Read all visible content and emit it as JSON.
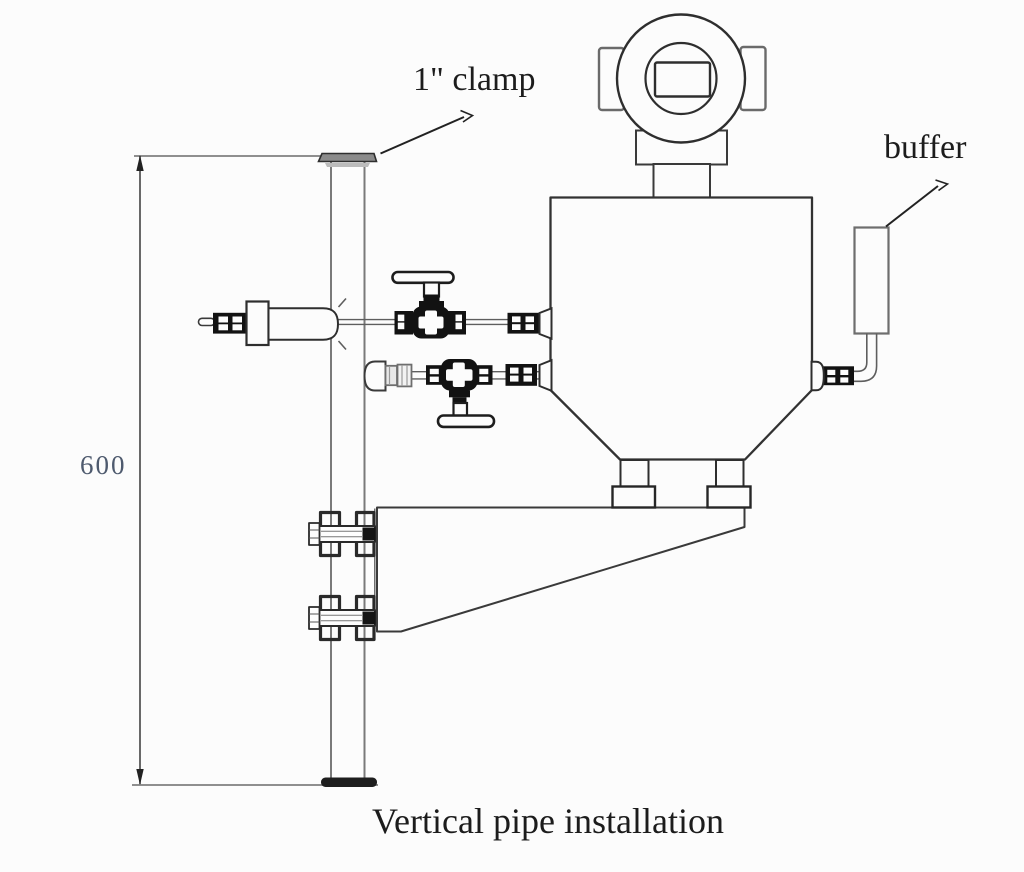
{
  "diagram": {
    "title": "Vertical pipe installation",
    "type": "technical-installation-drawing"
  },
  "labels": {
    "clamp": "1\" clamp",
    "buffer": "buffer",
    "dimension": "600",
    "caption": "Vertical pipe installation"
  },
  "colors": {
    "background": "#fcfcfc",
    "outline_dark": "#2e2e2e",
    "outline_gray": "#6e6e6e",
    "pipe_gray": "#7a7a7a",
    "fitting_black": "#121212",
    "ferrule_gray": "#8b8b8b",
    "dimension_text": "#4e5a6e",
    "text": "#1c1c1c"
  }
}
